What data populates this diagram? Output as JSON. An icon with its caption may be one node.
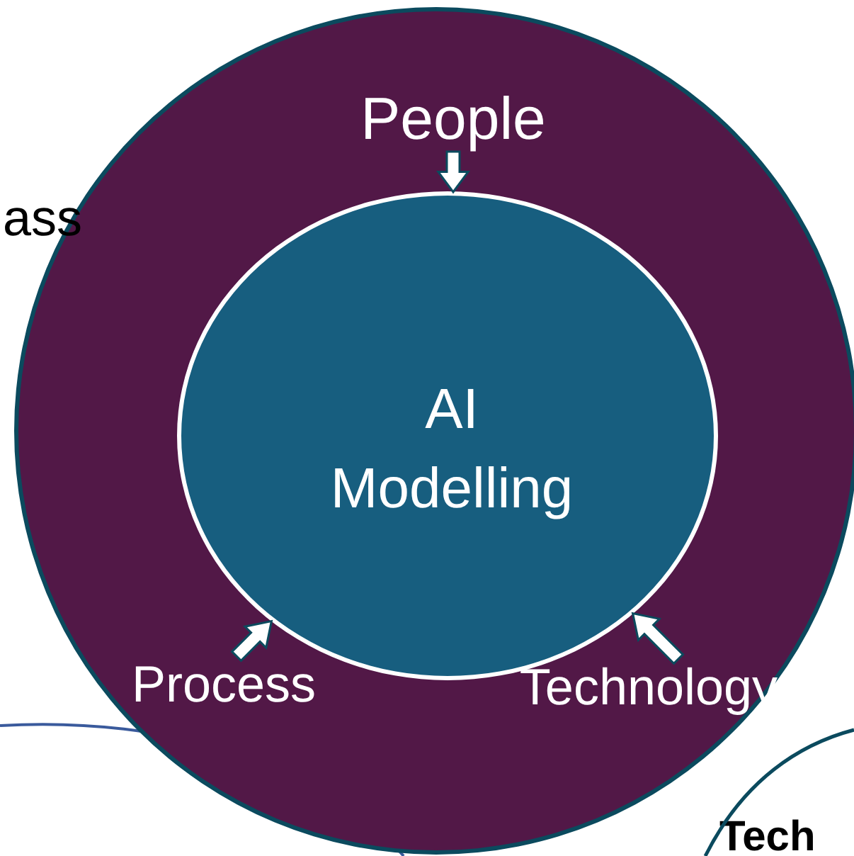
{
  "diagram": {
    "nodes": [
      {
        "text": [],
        "shape": "circle"
      },
      {
        "text": [
          "People"
        ],
        "in": 0
      },
      {
        "text": [
          "Process"
        ],
        "in": 0
      },
      {
        "text": [
          "Technology"
        ],
        "in": 0
      },
      {
        "text": [
          "AI Modelling"
        ],
        "in": 0
      }
    ],
    "edges": [
      {
        "from": 1,
        "to": 4,
        "arrow": "to",
        "style": "thick"
      },
      {
        "from": 2,
        "to": 4,
        "arrow": "to",
        "style": "thick"
      },
      {
        "from": 3,
        "to": 4,
        "arrow": "to",
        "style": "thick"
      }
    ],
    "labels": [
      "ass",
      "Tech"
    ]
  }
}
